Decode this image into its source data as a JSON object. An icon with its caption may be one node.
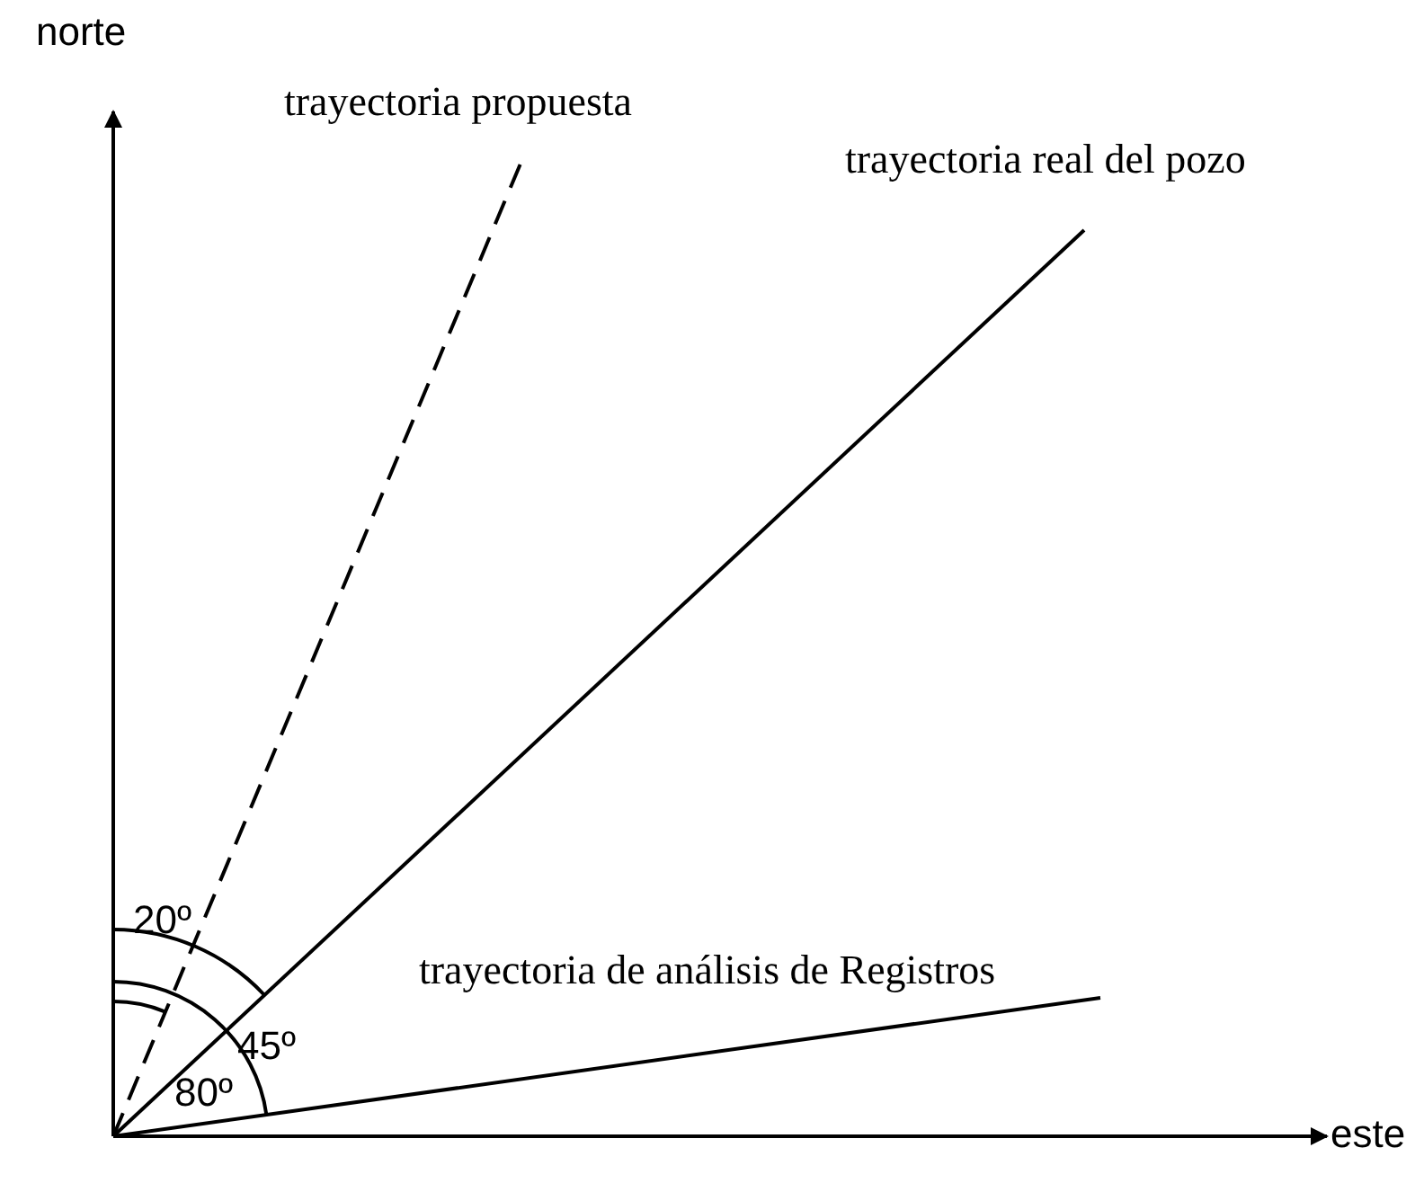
{
  "diagram": {
    "labels": [
      "norte",
      "trayectoria propuesta",
      "trayectoria real del pozo",
      "20º",
      "45º",
      "trayectoria de análisis de Registros",
      "80º",
      "este"
    ]
  }
}
